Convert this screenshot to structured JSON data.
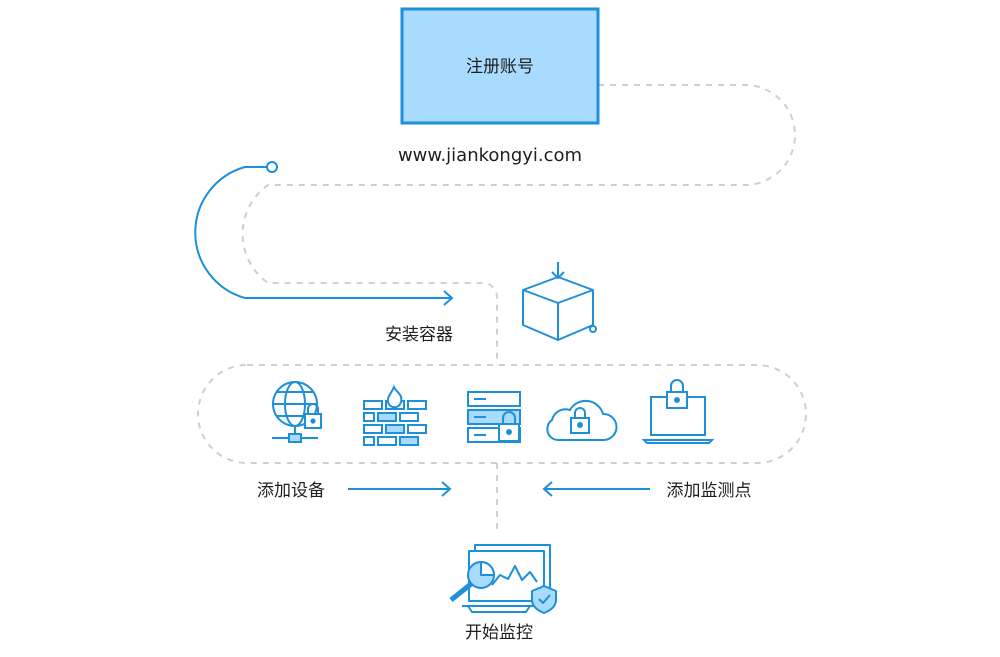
{
  "steps": {
    "register": "注册账号",
    "website": "www.jiankongyi.com",
    "install": "安装容器",
    "add_device": "添加设备",
    "add_monitor_point": "添加监测点",
    "start_monitoring": "开始监控"
  },
  "colors": {
    "accent": "#1e8fd9",
    "box_fill": "#a9dbff",
    "dashed": "#cfcfcf",
    "text": "#1f1f1f",
    "background": "#ffffff"
  },
  "icons": [
    "download-box-icon",
    "globe-network-lock-icon",
    "firewall-icon",
    "server-lock-icon",
    "cloud-lock-icon",
    "laptop-lock-icon",
    "monitoring-dashboard-icon"
  ]
}
